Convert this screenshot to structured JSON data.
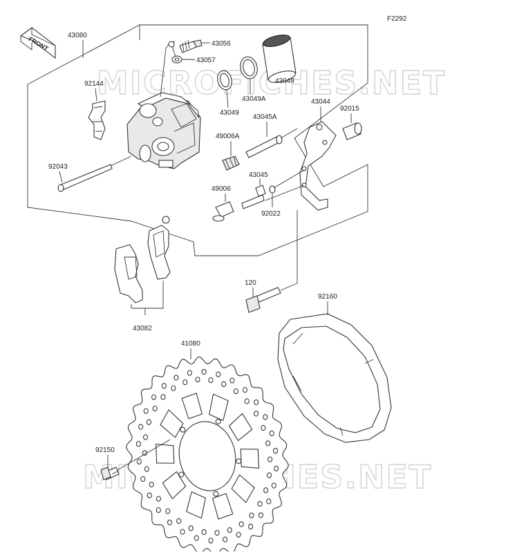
{
  "diagram_code": "F2292",
  "front_label": "FRONT",
  "watermark_text": "MICROFICHES.NET",
  "labels": {
    "p43080": "43080",
    "p43056": "43056",
    "p43057": "43057",
    "p43048": "43048",
    "p43049A": "43049A",
    "p43049": "43049",
    "p92144": "92144",
    "p43044": "43044",
    "p92015": "92015",
    "p43045A": "43045A",
    "p49006A": "49006A",
    "p92043": "92043",
    "p43045": "43045",
    "p49006": "49006",
    "p92022": "92022",
    "p120": "120",
    "p92160": "92160",
    "p43082": "43082",
    "p41080": "41080",
    "p92150": "92150"
  },
  "colors": {
    "line": "#333333",
    "watermark": "#d2d2d2",
    "background": "#ffffff"
  }
}
